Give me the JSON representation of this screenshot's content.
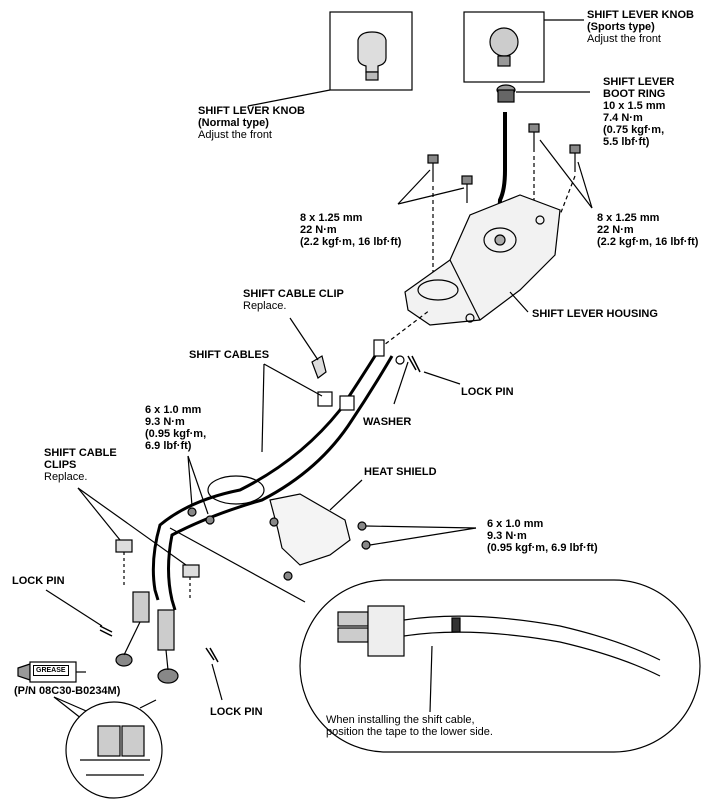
{
  "labels": {
    "knob_sports": [
      "SHIFT LEVER KNOB",
      "(Sports type)",
      "Adjust the front"
    ],
    "knob_normal": [
      "SHIFT LEVER KNOB",
      "(Normal type)",
      "Adjust the front"
    ],
    "boot_ring": [
      "SHIFT LEVER",
      "BOOT RING",
      "10 x 1.5 mm",
      "7.4 N·m",
      "(0.75 kgf·m,",
      "5.5 lbf·ft)"
    ],
    "torque_left": [
      "8 x 1.25 mm",
      "22 N·m",
      "(2.2 kgf·m, 16 lbf·ft)"
    ],
    "torque_right": [
      "8 x 1.25 mm",
      "22 N·m",
      "(2.2 kgf·m, 16 lbf·ft)"
    ],
    "housing": [
      "SHIFT LEVER HOUSING"
    ],
    "cable_clip": [
      "SHIFT CABLE CLIP",
      "Replace."
    ],
    "shift_cables": [
      "SHIFT CABLES"
    ],
    "lock_pin_top": [
      "LOCK PIN"
    ],
    "washer": [
      "WASHER"
    ],
    "bolt_6_left": [
      "6 x 1.0 mm",
      "9.3 N·m",
      "(0.95 kgf·m,",
      "6.9 lbf·ft)"
    ],
    "cable_clips": [
      "SHIFT CABLE",
      "CLIPS",
      "Replace."
    ],
    "heat_shield": [
      "HEAT SHIELD"
    ],
    "bolt_6_right": [
      "6 x 1.0 mm",
      "9.3 N·m",
      "(0.95 kgf·m, 6.9 lbf·ft)"
    ],
    "lock_pin_left": [
      "LOCK PIN"
    ],
    "lock_pin_bottom": [
      "LOCK PIN"
    ],
    "grease_pn": [
      "(P/N 08C30-B0234M)"
    ],
    "note": [
      "When installing the shift cable,",
      "position the tape to the lower side."
    ]
  },
  "grease_tag": "GREASE"
}
